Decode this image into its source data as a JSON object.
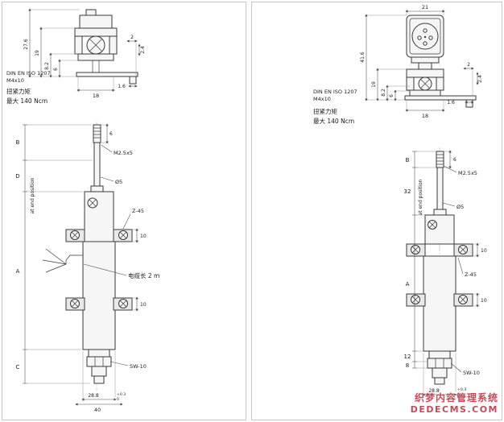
{
  "watermark": {
    "line1": "织梦内容管理系统",
    "line2": "DEDECMS.COM"
  },
  "left": {
    "top": {
      "d276": "27.6",
      "d19": "19",
      "d82": "8.2",
      "d6": "6",
      "d2": "2",
      "d24": "2.4",
      "d16": "1.6",
      "d18": "18",
      "note1": "DIN EN ISO 1207",
      "note2": "M4x10",
      "torque1": "扭紧力矩",
      "torque2": "最大 140 Ncm"
    },
    "main": {
      "d6": "6",
      "thread": "M2.5x5",
      "dia": "Ø5",
      "z45": "Z-45",
      "cable": "电缆长 2 m",
      "sw": "SW-10",
      "B": "B",
      "D": "D",
      "A": "A",
      "C": "C",
      "endpos": "at end position",
      "d10a": "10",
      "d10b": "10",
      "d288": "28.8",
      "tolhi": "+0.3",
      "tollo": "0",
      "d40": "40"
    }
  },
  "right": {
    "top": {
      "d21": "21",
      "d416": "41.6",
      "d19": "19",
      "d82": "8.2",
      "d6": "6",
      "d2": "2",
      "d24": "2.4",
      "d16": "1.6",
      "d18": "18",
      "note1": "DIN EN ISO 1207",
      "note2": "M4x10",
      "torque1": "扭紧力矩",
      "torque2": "最大 140 Ncm"
    },
    "main": {
      "d6": "6",
      "thread": "M2.5x5",
      "dia": "Ø5",
      "z45": "Z-45",
      "sw": "SW-10",
      "B": "B",
      "d32": "32",
      "A": "A",
      "d12": "12",
      "d8": "8",
      "endpos": "at end position",
      "d10a": "10",
      "d10b": "10",
      "d288": "28.8",
      "tolhi": "+0.3",
      "tollo": "0"
    }
  }
}
